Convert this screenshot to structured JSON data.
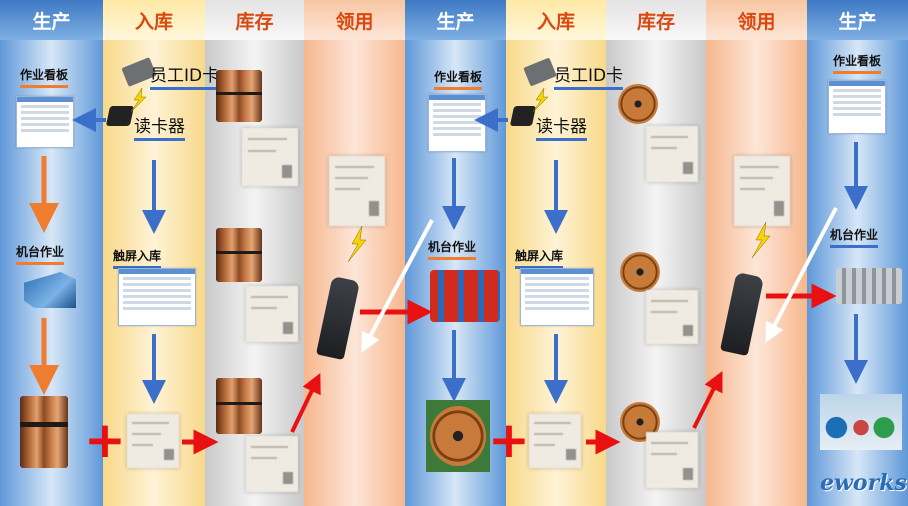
{
  "columns": [
    {
      "header": "生产",
      "theme": "blue"
    },
    {
      "header": "入库",
      "theme": "yellow"
    },
    {
      "header": "库存",
      "theme": "gray"
    },
    {
      "header": "领用",
      "theme": "orange"
    },
    {
      "header": "生产",
      "theme": "blue"
    },
    {
      "header": "入库",
      "theme": "yellow"
    },
    {
      "header": "库存",
      "theme": "gray"
    },
    {
      "header": "领用",
      "theme": "orange"
    },
    {
      "header": "生产",
      "theme": "blue"
    }
  ],
  "labels": {
    "work_board": "作业看板",
    "machine_work": "机台作业",
    "employee_card": "员工ID卡",
    "card_reader": "读卡器",
    "touch_storage": "触屏入库",
    "plus": "+"
  },
  "watermark": "eworks",
  "colors": {
    "blue_arrow": "#3b6fc9",
    "orange_arrow": "#ee7d30",
    "red_arrow": "#e81010",
    "header_text": "#d9480f"
  }
}
